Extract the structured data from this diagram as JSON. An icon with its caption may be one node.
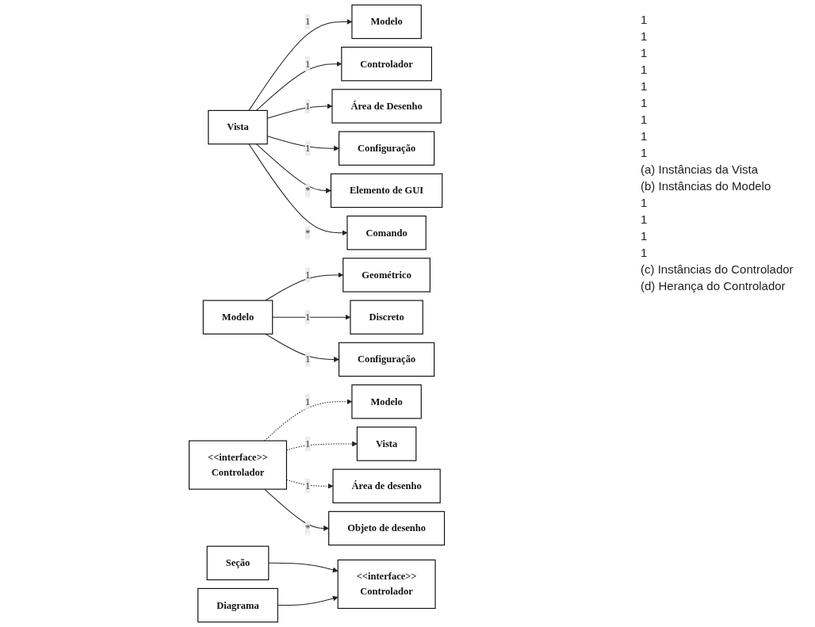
{
  "diagram": {
    "nodes": [
      {
        "text": [
          "Vista"
        ]
      },
      {
        "text": [
          "Modelo"
        ]
      },
      {
        "text": [
          "Controlador"
        ]
      },
      {
        "text": [
          "Área de Desenho"
        ]
      },
      {
        "text": [
          "Configuração"
        ]
      },
      {
        "text": [
          "Elemento de GUI"
        ]
      },
      {
        "text": [
          "Comando"
        ]
      },
      {
        "text": [
          "Modelo"
        ]
      },
      {
        "text": [
          "Geométrico"
        ]
      },
      {
        "text": [
          "Discreto"
        ]
      },
      {
        "text": [
          "Configuração"
        ]
      },
      {
        "text": [
          "<<interface>>",
          "Controlador"
        ]
      },
      {
        "text": [
          "Modelo"
        ]
      },
      {
        "text": [
          "Vista"
        ]
      },
      {
        "text": [
          "Área de desenho"
        ]
      },
      {
        "text": [
          "Objeto de desenho"
        ]
      },
      {
        "text": [
          "<<interface>>",
          "Controlador"
        ]
      },
      {
        "text": [
          "Seção"
        ]
      },
      {
        "text": [
          "Diagrama"
        ]
      }
    ],
    "edges": [
      {
        "from": 0,
        "to": 1,
        "arrow": "to",
        "label": "1"
      },
      {
        "from": 0,
        "to": 2,
        "arrow": "to",
        "label": "1"
      },
      {
        "from": 0,
        "to": 3,
        "arrow": "to",
        "label": "1"
      },
      {
        "from": 0,
        "to": 4,
        "arrow": "to",
        "label": "1"
      },
      {
        "from": 0,
        "to": 5,
        "arrow": "to",
        "label": "*"
      },
      {
        "from": 0,
        "to": 6,
        "arrow": "to",
        "label": "*"
      },
      {
        "from": 7,
        "to": 8,
        "arrow": "to",
        "label": "1"
      },
      {
        "from": 7,
        "to": 9,
        "arrow": "to",
        "label": "1"
      },
      {
        "from": 7,
        "to": 10,
        "arrow": "to",
        "label": "1"
      },
      {
        "from": 11,
        "to": 12,
        "arrow": "to",
        "label": "1",
        "style": "dashed"
      },
      {
        "from": 11,
        "to": 13,
        "arrow": "to",
        "label": "1",
        "style": "dashed"
      },
      {
        "from": 11,
        "to": 14,
        "arrow": "to",
        "label": "1",
        "style": "dashed"
      },
      {
        "from": 11,
        "to": 15,
        "arrow": "to",
        "label": "*"
      },
      {
        "from": 17,
        "to": 16,
        "arrow": "to"
      },
      {
        "from": 18,
        "to": 16,
        "arrow": "to"
      }
    ],
    "labels": [
      "1",
      "1",
      "1",
      "1",
      "1",
      "1",
      "1",
      "1",
      "1",
      "(a) Instâncias da Vista",
      "(b) Instâncias do Modelo",
      "1",
      "1",
      "1",
      "1",
      "(c) Instâncias do Controlador",
      "(d) Herança do Controlador"
    ]
  }
}
